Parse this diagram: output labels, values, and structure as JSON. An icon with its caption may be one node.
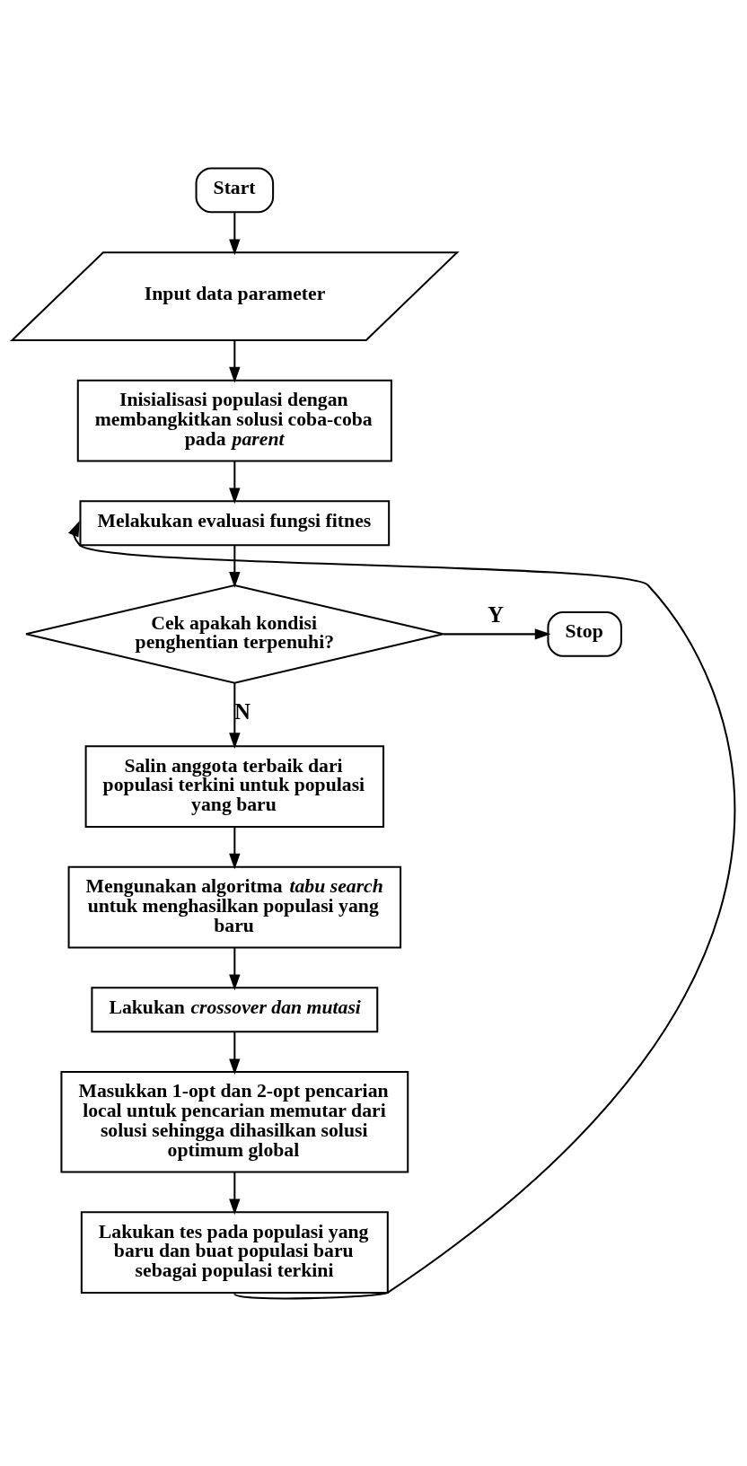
{
  "diagram": {
    "nodes": [
      {
        "text": [
          "Start"
        ]
      },
      {
        "text": [
          "Input data parameter"
        ]
      },
      {
        "text": [
          "Inisialisasi populasi dengan membangkitkan solusi coba-coba pada *parent*"
        ]
      },
      {
        "text": [
          "Melakukan evaluasi fungsi fitnes"
        ]
      },
      {
        "text": [
          "Cek apakah kondisi penghentian terpenuhi?"
        ]
      },
      {
        "text": [
          "Stop"
        ]
      },
      {
        "text": [
          "Salin anggota terbaik dari populasi terkini untuk populasi yang baru"
        ]
      },
      {
        "text": [
          "Mengunakan algoritma *tabu search* untuk menghasilkan populasi yang baru"
        ]
      },
      {
        "text": [
          "Lakukan *crossover dan mutasi*"
        ]
      },
      {
        "text": [
          "Masukkan 1-opt dan 2-opt pencarian local untuk pencarian memutar dari solusi sehingga dihasilkan solusi optimum global"
        ]
      },
      {
        "text": [
          "Lakukan tes pada populasi yang baru dan buat populasi baru sebagai populasi terkini"
        ]
      }
    ],
    "edges": [
      {
        "from": 0,
        "to": 1,
        "arrow": "to"
      },
      {
        "from": 1,
        "to": 2,
        "arrow": "to"
      },
      {
        "from": 2,
        "to": 3,
        "arrow": "to"
      },
      {
        "from": 3,
        "to": 4,
        "arrow": "to"
      },
      {
        "from": 4,
        "to": 5,
        "arrow": "to",
        "label": "Y"
      },
      {
        "from": 4,
        "to": 6,
        "arrow": "to",
        "label": "N"
      },
      {
        "from": 6,
        "to": 7,
        "arrow": "to"
      },
      {
        "from": 7,
        "to": 8,
        "arrow": "to"
      },
      {
        "from": 8,
        "to": 9,
        "arrow": "to"
      },
      {
        "from": 9,
        "to": 10,
        "arrow": "to"
      },
      {
        "from": 10,
        "to": 3,
        "arrow": "to"
      }
    ]
  }
}
